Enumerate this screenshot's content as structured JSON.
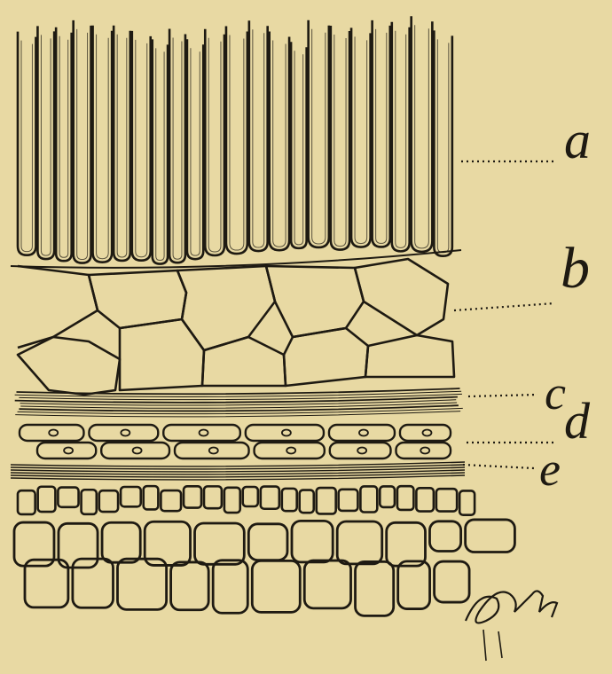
{
  "figure": {
    "labels": [
      {
        "key": "a",
        "text": "a"
      },
      {
        "key": "b",
        "text": "b"
      },
      {
        "key": "c",
        "text": "c"
      },
      {
        "key": "d",
        "text": "d"
      },
      {
        "key": "e",
        "text": "e"
      }
    ],
    "signature": "E. Godfrin",
    "colors": {
      "paper": "#e8d9a3",
      "ink": "#1e1a12"
    }
  }
}
